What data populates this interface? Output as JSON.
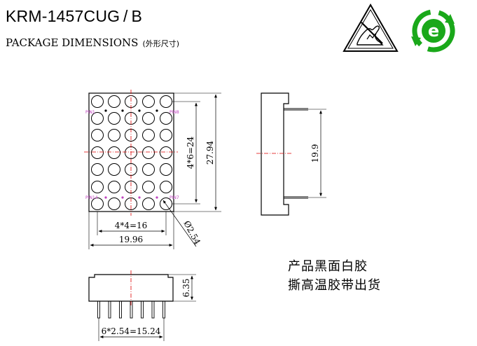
{
  "header": {
    "title": "KRM-1457CUG / B",
    "subtitle": "PACKAGE DIMENSIONS",
    "subtitle_cn": "(外形尺寸)"
  },
  "dimensions": {
    "pitch_vertical": "4*6=24",
    "height_total": "27.94",
    "pitch_horizontal": "4*4=16",
    "width_total": "19.96",
    "dot_diameter": "Ø2.54",
    "side_pin_span": "19.9",
    "body_thickness": "6.35",
    "pin_pitch": "6*2.54=15.24"
  },
  "pins": {
    "top_left": "PIN1",
    "top_right": "PIN8",
    "bottom_left": "PIN14",
    "bottom_right": "PIN7"
  },
  "notes": {
    "line1": "产品黑面白胶",
    "line2": "撕高温胶带出货"
  },
  "colors": {
    "line": "#000000",
    "centerline": "#e00000",
    "pin_label": "#c044c0",
    "recycle_green": "#1aa81a"
  },
  "icons": [
    "esd-warning-icon",
    "recycle-e-icon"
  ]
}
